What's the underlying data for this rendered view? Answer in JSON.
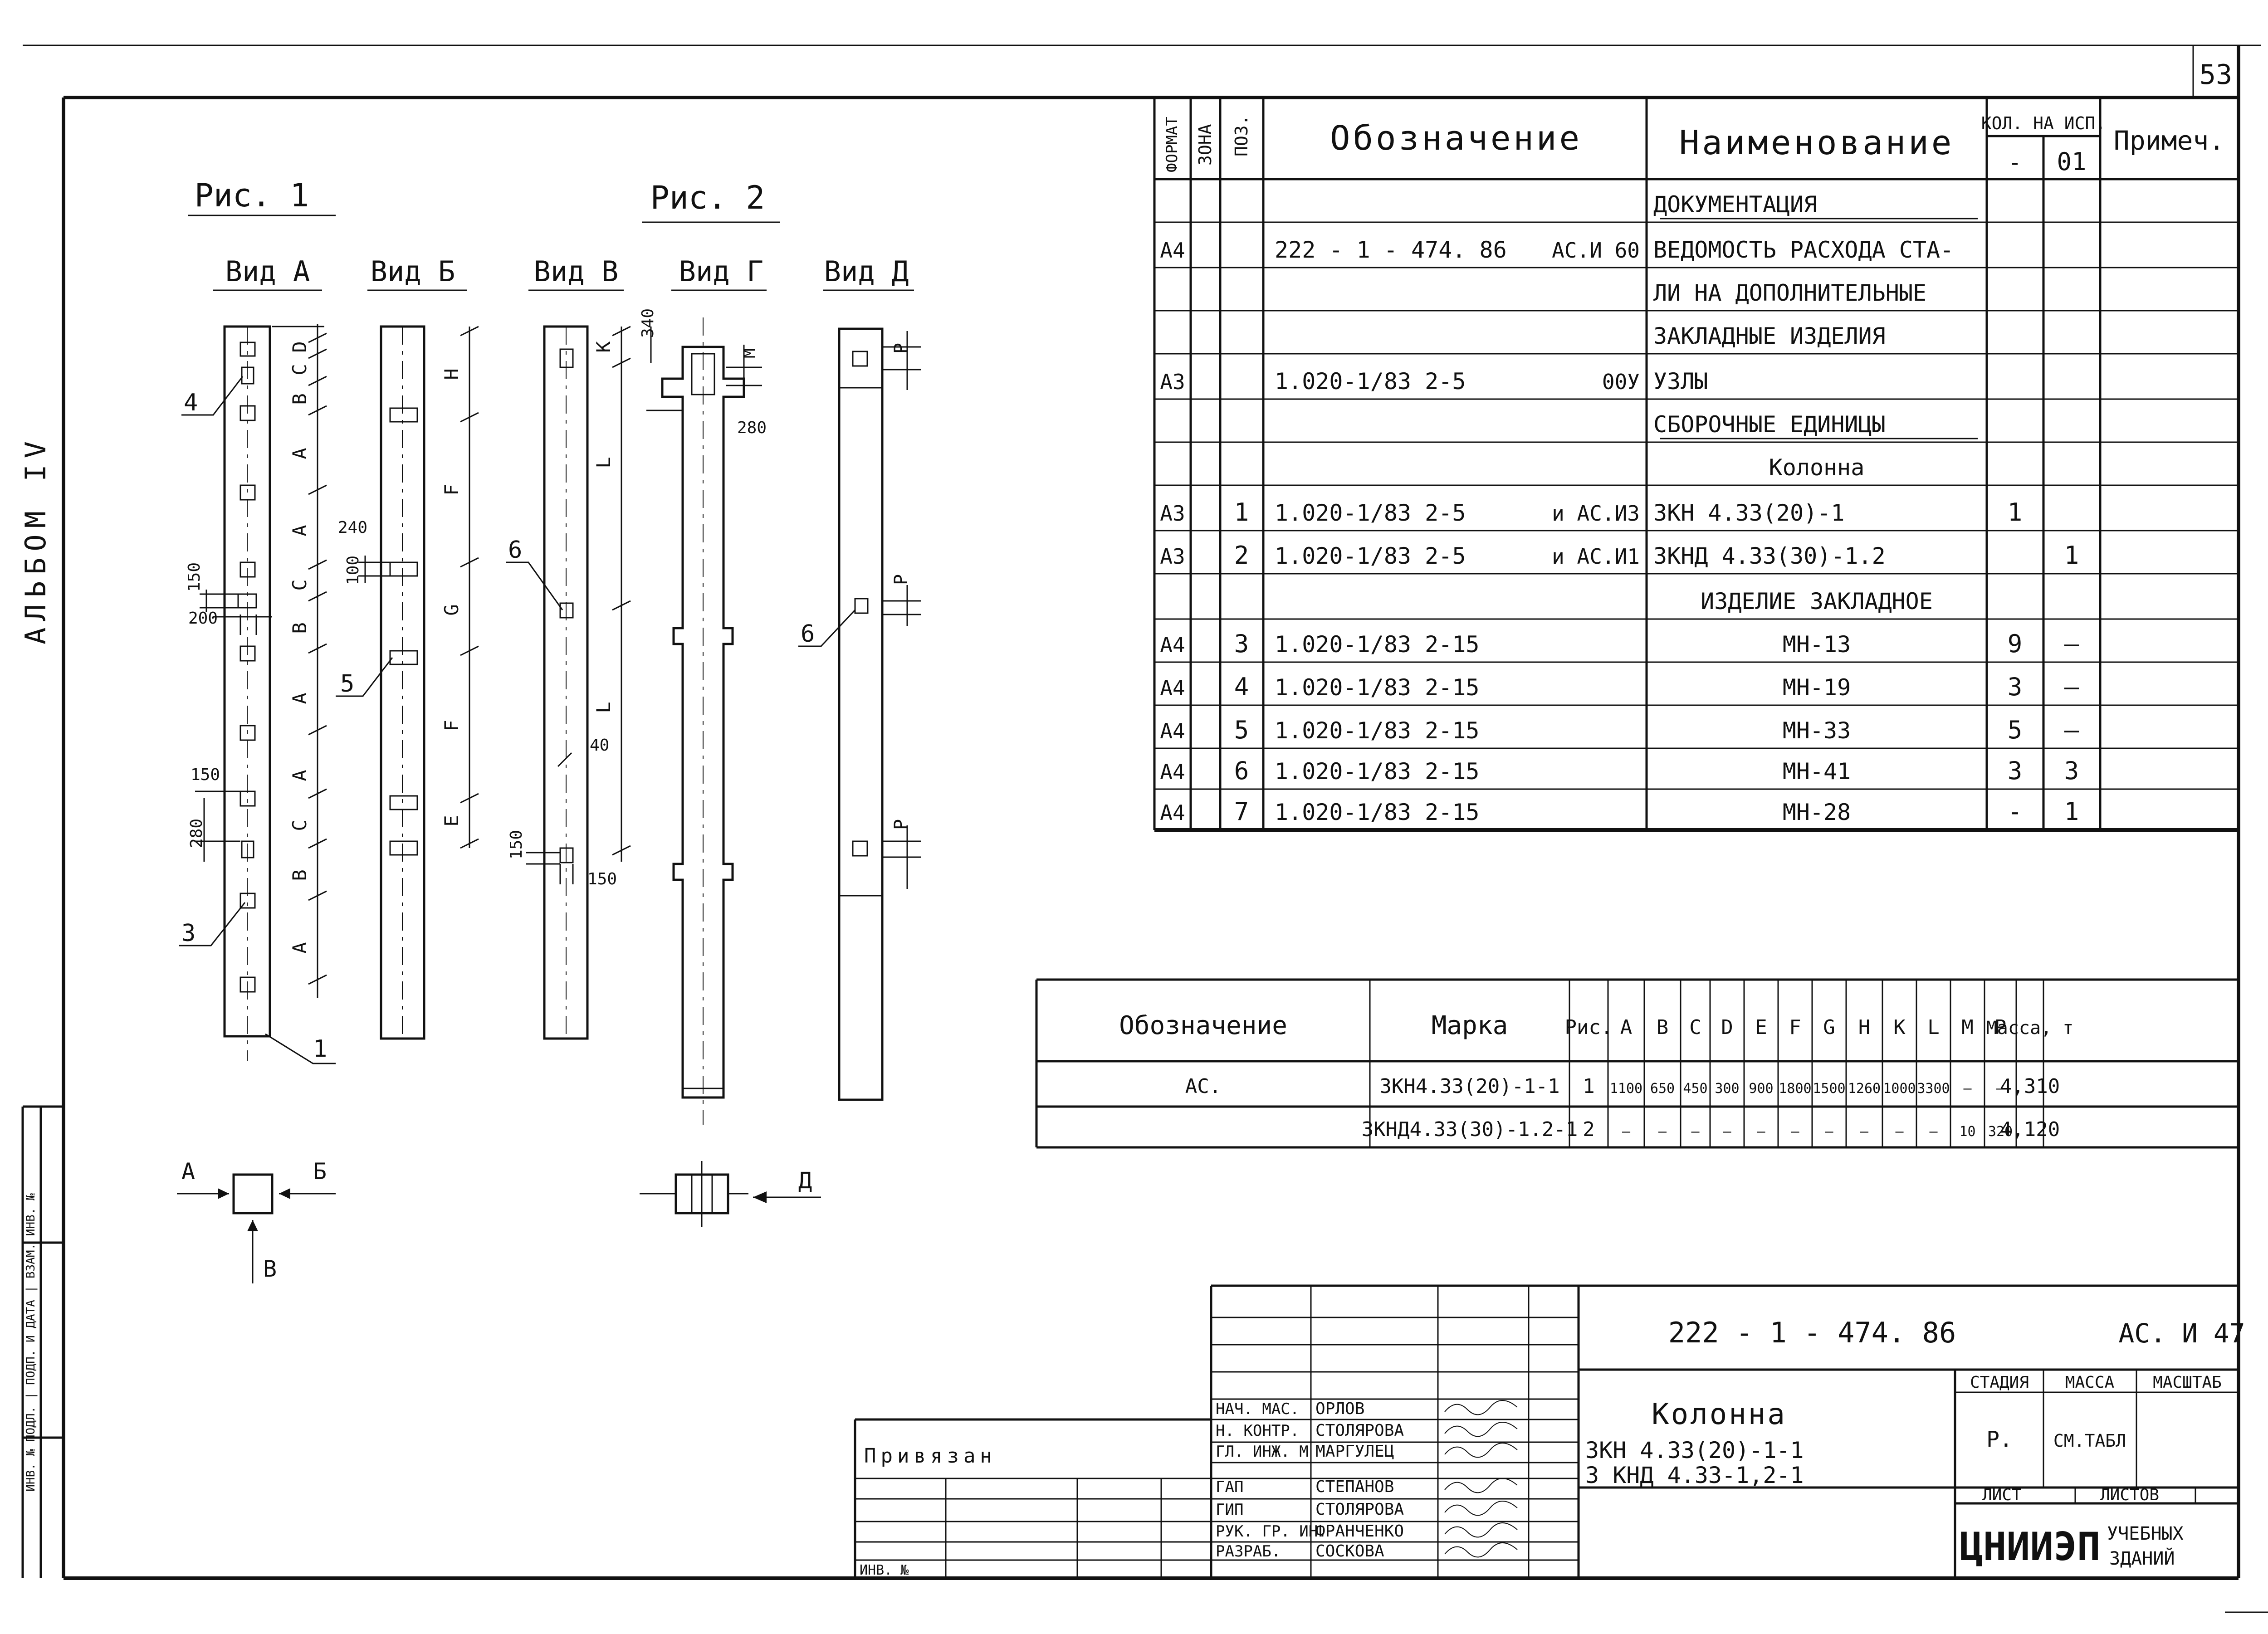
{
  "sheet_number": "53",
  "album_label": "АЛЬБОМ IV",
  "left_margin_text": "ИНВ. № ПОДЛ. | ПОДП. И ДАТА | ВЗАМ. ИНВ. №",
  "figures": {
    "fig1_title": "Рис. 1",
    "fig2_title": "Рис. 2",
    "views": [
      "Вид А",
      "Вид Б",
      "Вид В",
      "Вид Г",
      "Вид Д"
    ],
    "dims": {
      "d150": "150",
      "d200": "200",
      "d240": "240",
      "d100": "100",
      "d280": "280",
      "d40": "40",
      "d340": "340"
    },
    "letters": {
      "A": "A",
      "B": "B",
      "C": "C",
      "D": "D",
      "E": "E",
      "F": "F",
      "G": "G",
      "H": "H",
      "K": "K",
      "L": "L",
      "M": "M",
      "P": "P"
    },
    "callouts": [
      "1",
      "3",
      "4",
      "5",
      "6",
      "6"
    ],
    "plan_labels": {
      "a": "А",
      "b": "Б",
      "v": "В",
      "d": "Д"
    }
  },
  "spec_table": {
    "headers": {
      "format": "ФОРМАТ",
      "zone": "ЗОНА",
      "pos": "ПОЗ.",
      "designation": "Обозначение",
      "name": "Наименование",
      "qty": "КОЛ. НА ИСП.",
      "qty_a": "-",
      "qty_b": "01",
      "note": "Примеч."
    },
    "rows": [
      {
        "format": "",
        "pos": "",
        "designation": "",
        "suffix": "",
        "name": "ДОКУМЕНТАЦИЯ",
        "underline": true,
        "q1": "",
        "q2": ""
      },
      {
        "format": "А4",
        "pos": "",
        "designation": "222 - 1 - 474. 86",
        "suffix": "АС.И 60",
        "name": "ВЕДОМОСТЬ РАСХОДА СТА-",
        "q1": "",
        "q2": ""
      },
      {
        "format": "",
        "pos": "",
        "designation": "",
        "suffix": "",
        "name": "ЛИ НА ДОПОЛНИТЕЛЬНЫЕ",
        "q1": "",
        "q2": ""
      },
      {
        "format": "",
        "pos": "",
        "designation": "",
        "suffix": "",
        "name": "ЗАКЛАДНЫЕ ИЗДЕЛИЯ",
        "q1": "",
        "q2": ""
      },
      {
        "format": "А3",
        "pos": "",
        "designation": "1.020-1/83   2-5",
        "suffix": "00У",
        "name": "УЗЛЫ",
        "q1": "",
        "q2": ""
      },
      {
        "format": "",
        "pos": "",
        "designation": "",
        "suffix": "",
        "name": "СБОРОЧНЫЕ ЕДИНИЦЫ",
        "underline": true,
        "q1": "",
        "q2": ""
      },
      {
        "format": "",
        "pos": "",
        "designation": "",
        "suffix": "",
        "name": "Колонна",
        "center": true,
        "q1": "",
        "q2": ""
      },
      {
        "format": "А3",
        "pos": "1",
        "designation": "1.020-1/83   2-5",
        "suffix": "и АС.И3",
        "name": "3КН 4.33(20)-1",
        "q1": "1",
        "q2": ""
      },
      {
        "format": "А3",
        "pos": "2",
        "designation": "1.020-1/83   2-5",
        "suffix": "и АС.И1",
        "name": "3КНД 4.33(30)-1.2",
        "q1": "",
        "q2": "1"
      },
      {
        "format": "",
        "pos": "",
        "designation": "",
        "suffix": "",
        "name": "ИЗДЕЛИЕ ЗАКЛАДНОЕ",
        "center": true,
        "q1": "",
        "q2": ""
      },
      {
        "format": "А4",
        "pos": "3",
        "designation": "1.020-1/83   2-15",
        "suffix": "",
        "name": "МН-13",
        "center": true,
        "q1": "9",
        "q2": "—"
      },
      {
        "format": "А4",
        "pos": "4",
        "designation": "1.020-1/83   2-15",
        "suffix": "",
        "name": "МН-19",
        "center": true,
        "q1": "3",
        "q2": "—"
      },
      {
        "format": "А4",
        "pos": "5",
        "designation": "1.020-1/83   2-15",
        "suffix": "",
        "name": "МН-33",
        "center": true,
        "q1": "5",
        "q2": "—"
      },
      {
        "format": "А4",
        "pos": "6",
        "designation": "1.020-1/83   2-15",
        "suffix": "",
        "name": "МН-41",
        "center": true,
        "q1": "3",
        "q2": "3"
      },
      {
        "format": "А4",
        "pos": "7",
        "designation": "1.020-1/83   2-15",
        "suffix": "",
        "name": "МН-28",
        "center": true,
        "q1": "-",
        "q2": "1"
      }
    ]
  },
  "param_table": {
    "headers": [
      "Обозначение",
      "Марка",
      "Рис.",
      "A",
      "B",
      "C",
      "D",
      "E",
      "F",
      "G",
      "H",
      "K",
      "L",
      "M",
      "P",
      "Масса, т"
    ],
    "rows": [
      [
        "АС.",
        "3КН4.33(20)-1-1",
        "1",
        "1100",
        "650",
        "450",
        "300",
        "900",
        "1800",
        "1500",
        "1260",
        "1000",
        "3300",
        "—",
        "—",
        "4,310"
      ],
      [
        "",
        "3КНД4.33(30)-1.2-1",
        "2",
        "—",
        "—",
        "—",
        "—",
        "—",
        "—",
        "—",
        "—",
        "—",
        "—",
        "10",
        "320",
        "4,120"
      ]
    ]
  },
  "title_block": {
    "doc_code": "222 - 1 - 474. 86",
    "sheet_code": "АС. И 47",
    "title": "Колонна",
    "subtitle_1": "3КН 4.33(20)-1-1",
    "subtitle_2": "3 КНД 4.33-1,2-1",
    "stage_label": "СТАДИЯ",
    "mass_label": "МАССА",
    "scale_label": "МАСШТАБ",
    "stage_value": "Р.",
    "mass_value": "СМ.ТАБЛ",
    "sheet_label": "ЛИСТ",
    "sheets_label": "ЛИСТОВ",
    "org_logo": "ЦНИИЭП",
    "org_text_1": "УЧЕБНЫХ",
    "org_text_2": "ЗДАНИЙ",
    "tied_label": "Привязан",
    "inv_label": "ИНВ. №",
    "signatures": [
      {
        "role": "НАЧ. МАС.",
        "name": "ОРЛОВ"
      },
      {
        "role": "Н. КОНТР.",
        "name": "СТОЛЯРОВА"
      },
      {
        "role": "ГЛ. ИНЖ. М",
        "name": "МАРГУЛЕЦ"
      },
      {
        "role": "ГАП",
        "name": "СТЕПАНОВ"
      },
      {
        "role": "ГИП",
        "name": "СТОЛЯРОВА"
      },
      {
        "role": "РУК. ГР. ИН.",
        "name": "ФРАНЧЕНКО"
      },
      {
        "role": "РАЗРАБ.",
        "name": "СОСКОВА"
      }
    ]
  }
}
